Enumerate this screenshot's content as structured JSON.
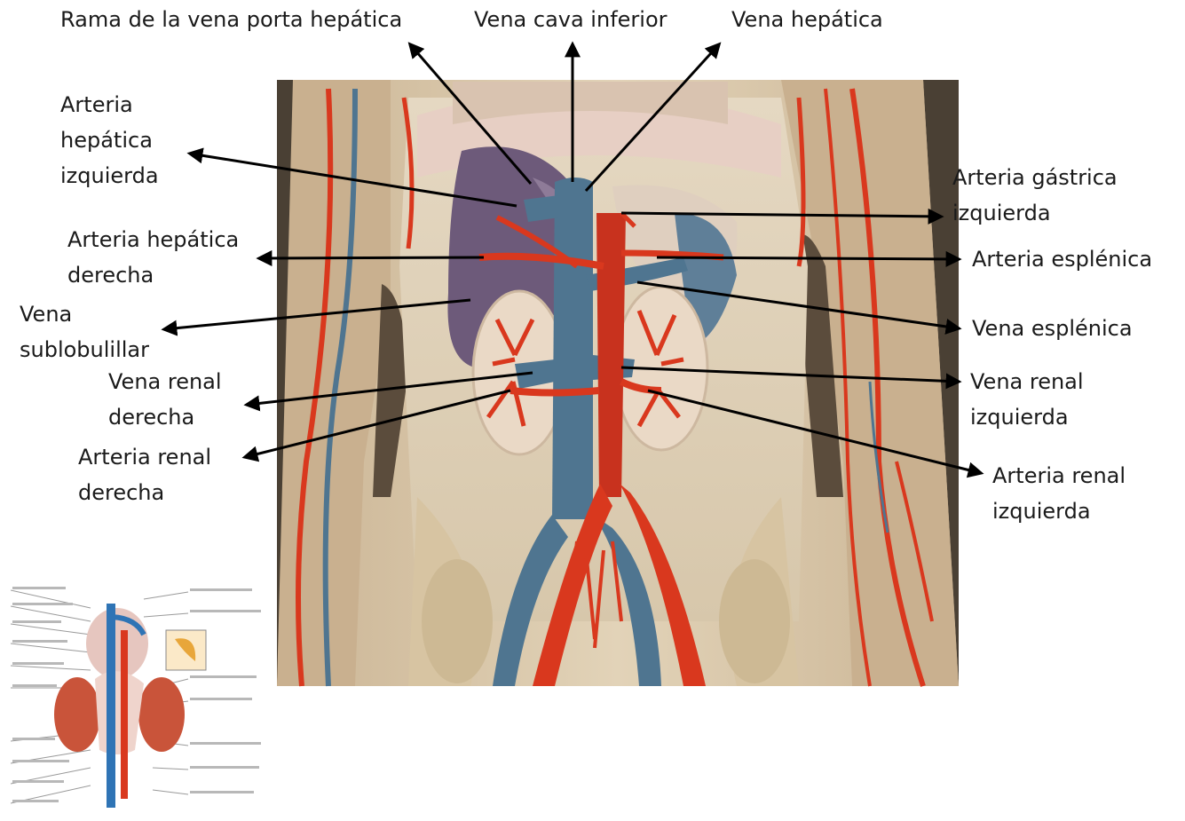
{
  "labels": {
    "rama_vena_porta": "Rama de la vena porta hepática",
    "vena_cava_inferior": "Vena cava inferior",
    "vena_hepatica": "Vena hepática",
    "arteria_hepatica_izquierda": "Arteria\nhepática\nizquierda",
    "arteria_gastrica_izquierda": "Arteria gástrica\nizquierda",
    "arteria_hepatica_derecha": "Arteria hepática\nderecha",
    "arteria_esplenica": "Arteria esplénica",
    "vena_sublobulillar": "Vena\nsublobulillar",
    "vena_esplenica": "Vena esplénica",
    "vena_renal_derecha": "Vena renal\nderecha",
    "vena_renal_izquierda": "Vena renal\nizquierda",
    "arteria_renal_derecha": "Arteria renal\nderecha",
    "arteria_renal_izquierda": "Arteria renal\nizquierda"
  },
  "colors": {
    "artery": "#d9381e",
    "vein": "#4f7590",
    "liver": "#6e5a78",
    "model_bg": "#d8c6a8",
    "kidney": "#eadfcf",
    "arrow": "#000000"
  }
}
